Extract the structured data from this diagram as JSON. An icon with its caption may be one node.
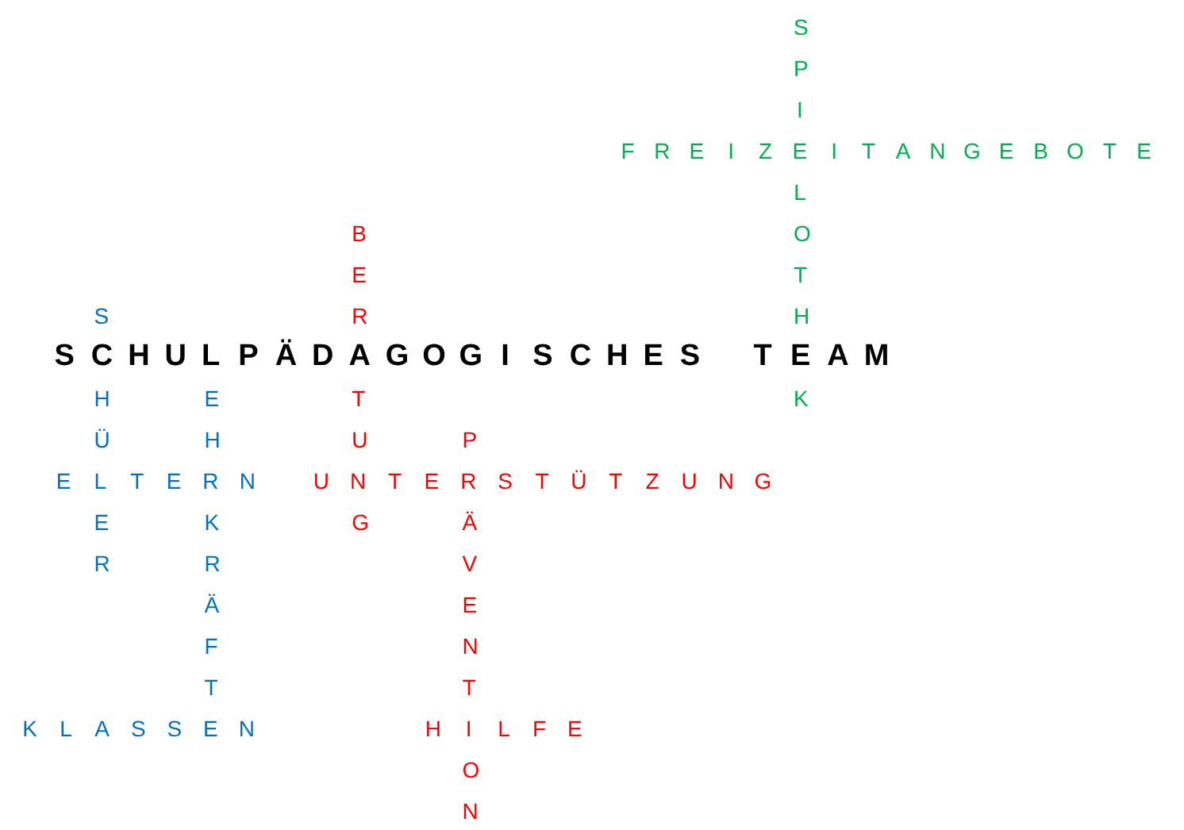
{
  "diagram": {
    "labels": [
      "SPIELOTHEK",
      "F R E I Z E I T A N G E B O T E",
      "SCHÜLER",
      "BERATUNG",
      "S C H U L P Ä D A G O G I S C H E S   T E A M",
      "LEHRKRÄFTE",
      "PRÄVENTION",
      "E L T E R N",
      "U N T E R S T Ü T Z U N G",
      "K L A S S E N",
      "H I L F E"
    ]
  }
}
